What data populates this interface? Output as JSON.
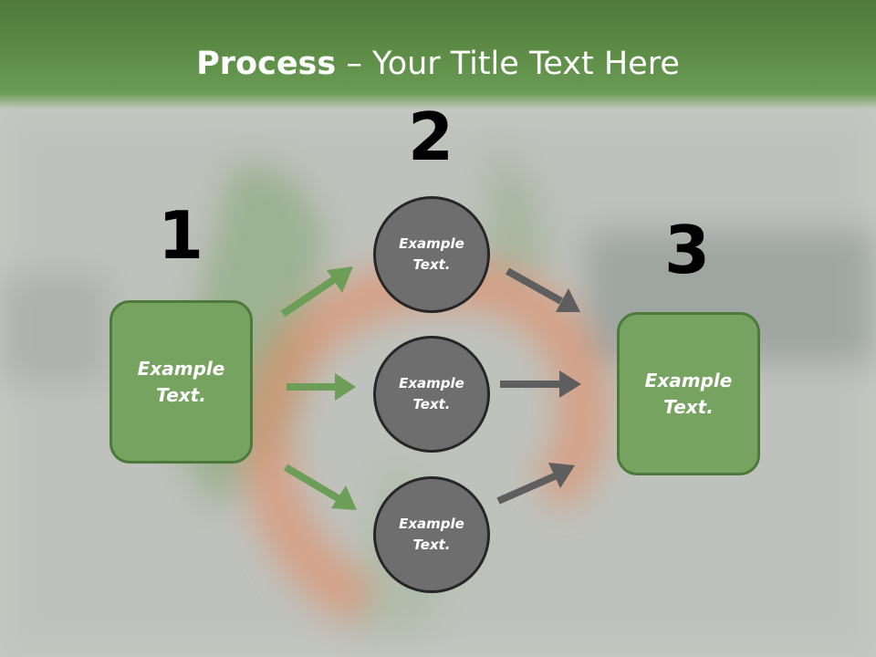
{
  "slide": {
    "title_bold": "Process",
    "title_rest": " – Your Title Text Here"
  },
  "steps": {
    "one": {
      "number": "1",
      "text": "Example\nText."
    },
    "two": {
      "number": "2"
    },
    "three": {
      "number": "3",
      "text": "Example\nText."
    }
  },
  "circles": [
    {
      "text": "Example\nText."
    },
    {
      "text": "Example\nText."
    },
    {
      "text": "Example\nText."
    }
  ],
  "colors": {
    "header_green": "#5f8f48",
    "box_green": "#76a35f",
    "box_border": "#4d7a3c",
    "circle_gray": "#6e6e6e",
    "arrow_green": "#6c9e57",
    "arrow_gray": "#5e5e5e"
  }
}
